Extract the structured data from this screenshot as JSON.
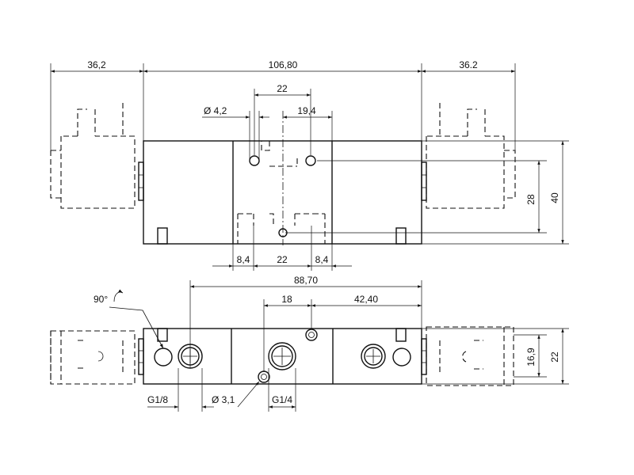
{
  "top_view": {
    "dims": {
      "left_coil": "36,2",
      "total_length": "106,80",
      "right_coil": "36.2",
      "hole_spacing": "22",
      "hole_diameter": "Ø 4,2",
      "hole_offset": "19,4",
      "height_28": "28",
      "height_40": "40",
      "port_left": "8,4",
      "port_spacing": "22",
      "port_right": "8,4"
    }
  },
  "front_view": {
    "rotation": "90°",
    "dims": {
      "length": "88,70",
      "port_spacing": "18",
      "offset": "42,40",
      "height_16_9": "16,9",
      "height_22": "22",
      "thread_small": "G1/8",
      "hole_diameter": "Ø 3,1",
      "thread_large": "G1/4"
    }
  }
}
